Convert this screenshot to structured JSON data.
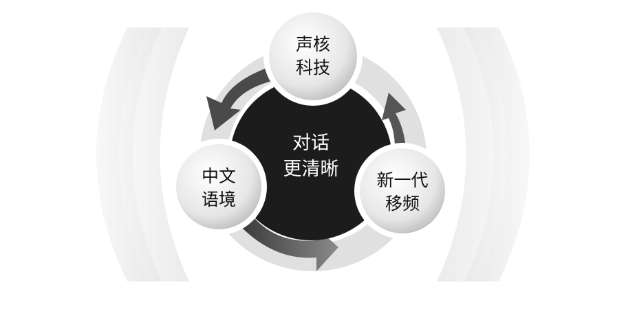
{
  "center": {
    "line1": "对话",
    "line2": "更清晰"
  },
  "nodes": [
    {
      "line1": "声核",
      "line2": "科技"
    },
    {
      "line1": "中文",
      "line2": "语境"
    },
    {
      "line1": "新一代",
      "line2": "移频"
    }
  ],
  "colors": {
    "center": "#1c1c1c",
    "arrow_dark": "#3a3a3a",
    "ring": "#d8d8d8"
  }
}
